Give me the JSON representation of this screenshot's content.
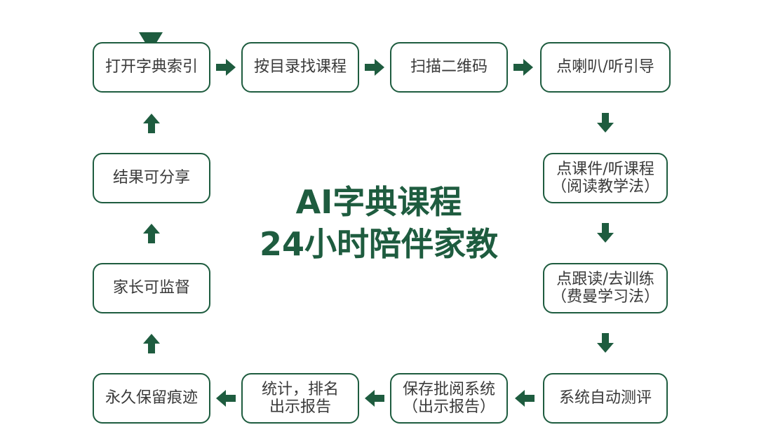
{
  "diagram": {
    "title_line1": "AI字典课程",
    "title_line2": "24小时陪伴家教",
    "accent_color": "#1e5c3f",
    "steps": [
      {
        "lines": [
          "打开字典索引"
        ]
      },
      {
        "lines": [
          "按目录找课程"
        ]
      },
      {
        "lines": [
          "扫描二维码"
        ]
      },
      {
        "lines": [
          "点喇叭/听引导"
        ]
      },
      {
        "lines": [
          "点课件/听课程",
          "（阅读教学法）"
        ]
      },
      {
        "lines": [
          "点跟读/去训练",
          "（费曼学习法）"
        ]
      },
      {
        "lines": [
          "系统自动测评"
        ]
      },
      {
        "lines": [
          "保存批阅系统",
          "（出示报告）"
        ]
      },
      {
        "lines": [
          "统计，排名",
          "出示报告"
        ]
      },
      {
        "lines": [
          "永久保留痕迹"
        ]
      },
      {
        "lines": [
          "家长可监督"
        ]
      },
      {
        "lines": [
          "结果可分享"
        ]
      }
    ]
  }
}
